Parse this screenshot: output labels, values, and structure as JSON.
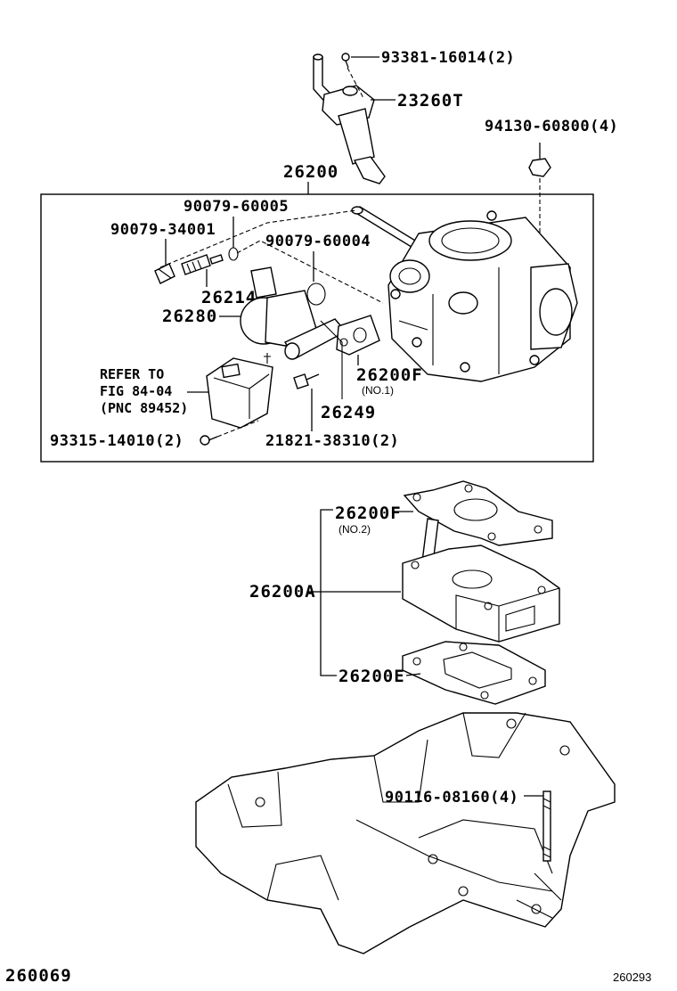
{
  "labels": {
    "p93381": "93381-16014(2)",
    "p23260T": "23260T",
    "p94130": "94130-60800(4)",
    "p26200": "26200",
    "p90079_60005": "90079-60005",
    "p90079_34001": "90079-34001",
    "p90079_60004": "90079-60004",
    "p26214": "26214",
    "p26280": "26280",
    "p26200F_1": "26200F",
    "p26200F_1_note": "(NO.1)",
    "p26249": "26249",
    "ref_line1": "REFER TO",
    "ref_line2": "FIG 84-04",
    "ref_line3": "(PNC 89452)",
    "p93315": "93315-14010(2)",
    "p21821": "21821-38310(2)",
    "p26200F_2": "26200F",
    "p26200F_2_note": "(NO.2)",
    "p26200A": "26200A",
    "p26200E": "26200E",
    "p90116": "90116-08160(4)"
  },
  "footer": {
    "left_code": "260069",
    "right_code": "260293"
  }
}
